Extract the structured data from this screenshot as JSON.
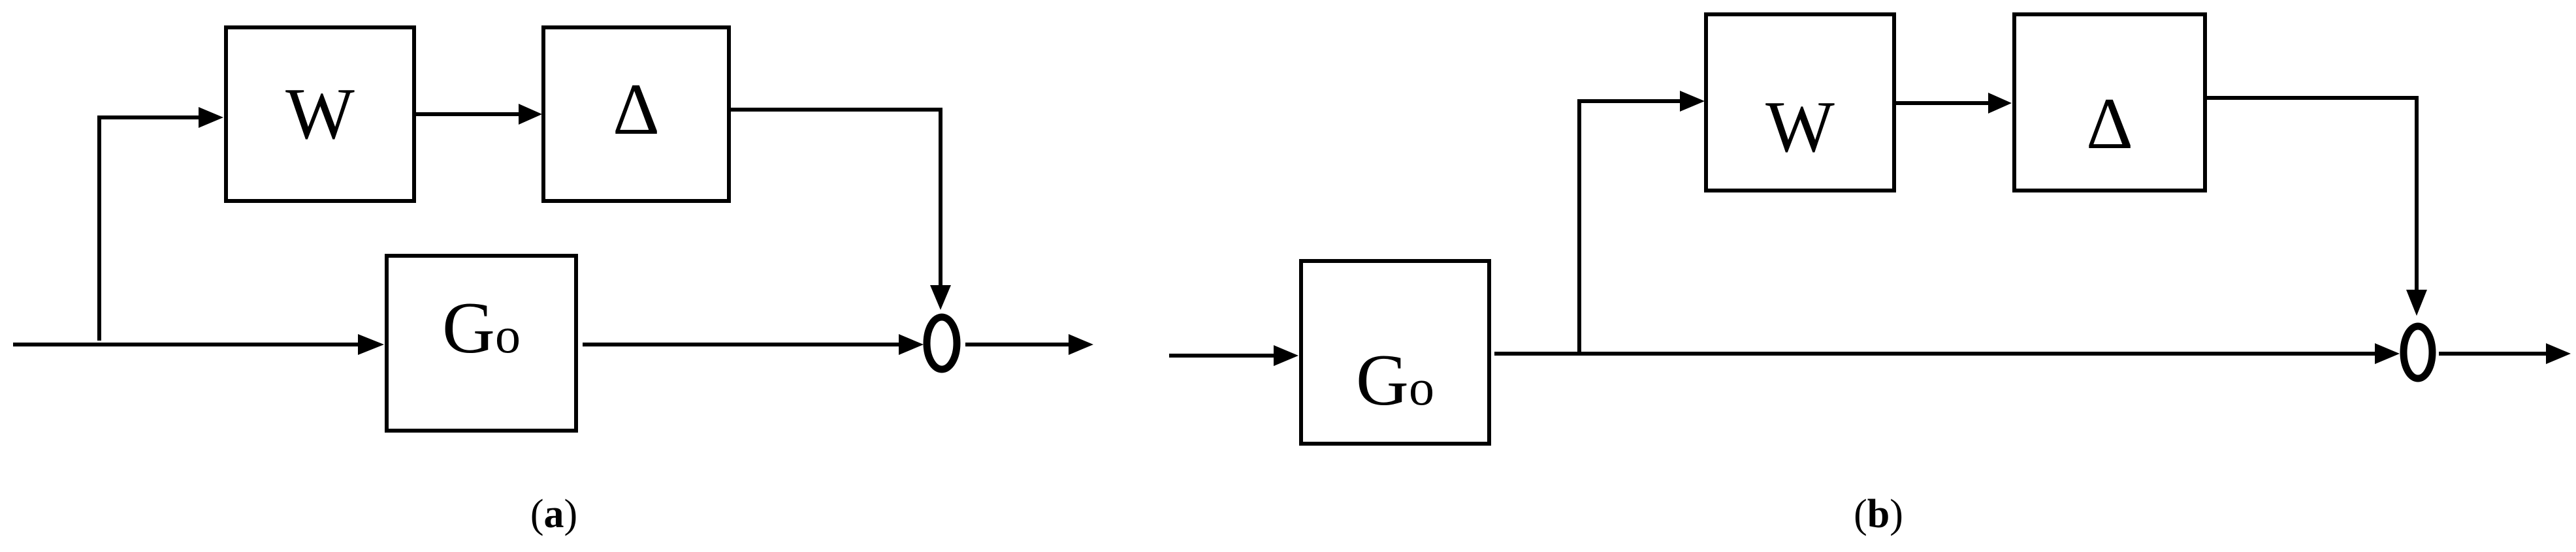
{
  "panel_a": {
    "weight_block": "W",
    "uncertainty_block": "Δ",
    "plant_block": {
      "main": "G",
      "subscript": "o"
    },
    "caption": {
      "open": "(",
      "letter": "a",
      "close": ")"
    }
  },
  "panel_b": {
    "weight_block": "W",
    "uncertainty_block": "Δ",
    "plant_block": {
      "main": "G",
      "subscript": "o"
    },
    "caption": {
      "open": "(",
      "letter": "b",
      "close": ")"
    }
  },
  "colors": {
    "stroke": "#000000",
    "background": "#ffffff"
  }
}
